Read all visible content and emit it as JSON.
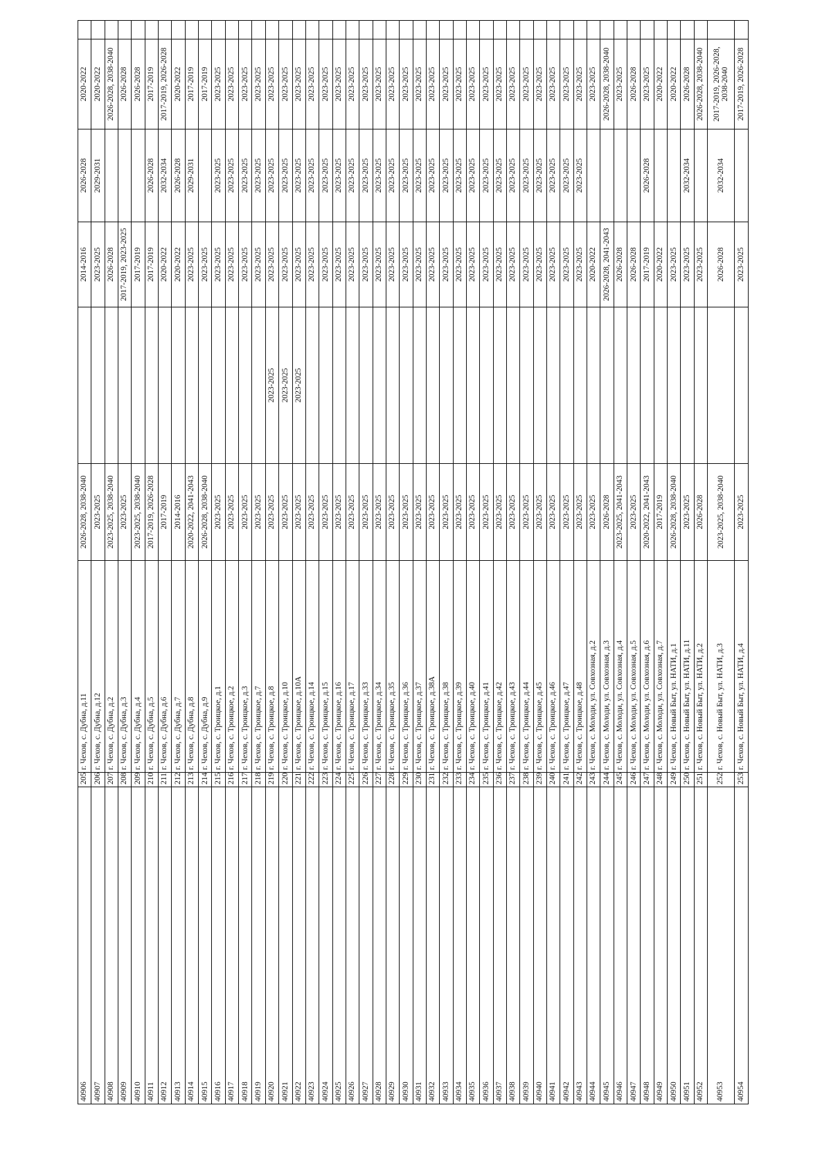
{
  "table": {
    "rows": [
      {
        "id": "40906",
        "num": "205",
        "addr": "г. Чехов, с. Дубна, д.11",
        "p1": "2026-2028, 2038-2040",
        "p2": "",
        "p3": "2014-2016",
        "p4": "2026-2028",
        "p5": "2020-2022"
      },
      {
        "id": "40907",
        "num": "206",
        "addr": "г. Чехов, с. Дубна, д.12",
        "p1": "2023-2025",
        "p2": "",
        "p3": "2023-2025",
        "p4": "2029-2031",
        "p5": "2020-2022"
      },
      {
        "id": "40908",
        "num": "207",
        "addr": "г. Чехов, с. Дубна, д.2",
        "p1": "2023-2025, 2038-2040",
        "p2": "",
        "p3": "2026-2028",
        "p4": "",
        "p5": "2026-2028, 2038-2040"
      },
      {
        "id": "40909",
        "num": "208",
        "addr": "г. Чехов, с. Дубна, д.3",
        "p1": "2023-2025",
        "p2": "",
        "p3": "2017-2019, 2023-2025",
        "p4": "",
        "p5": "2026-2028"
      },
      {
        "id": "40910",
        "num": "209",
        "addr": "г. Чехов, с. Дубна, д.4",
        "p1": "2023-2025, 2038-2040",
        "p2": "",
        "p3": "2017-2019",
        "p4": "",
        "p5": "2026-2028"
      },
      {
        "id": "40911",
        "num": "210",
        "addr": "г. Чехов, с. Дубна, д.5",
        "p1": "2017-2019, 2026-2028",
        "p2": "",
        "p3": "2017-2019",
        "p4": "2026-2028",
        "p5": "2017-2019"
      },
      {
        "id": "40912",
        "num": "211",
        "addr": "г. Чехов, с. Дубна, д.6",
        "p1": "2017-2019",
        "p2": "",
        "p3": "2020-2022",
        "p4": "2032-2034",
        "p5": "2017-2019, 2026-2028"
      },
      {
        "id": "40913",
        "num": "212",
        "addr": "г. Чехов, с. Дубна, д.7",
        "p1": "2014-2016",
        "p2": "",
        "p3": "2020-2022",
        "p4": "2026-2028",
        "p5": "2020-2022"
      },
      {
        "id": "40914",
        "num": "213",
        "addr": "г. Чехов, с. Дубна, д.8",
        "p1": "2020-2022, 2041-2043",
        "p2": "",
        "p3": "2023-2025",
        "p4": "2029-2031",
        "p5": "2017-2019"
      },
      {
        "id": "40915",
        "num": "214",
        "addr": "г. Чехов, с. Дубна, д.9",
        "p1": "2026-2028, 2038-2040",
        "p2": "",
        "p3": "2023-2025",
        "p4": "",
        "p5": "2017-2019"
      },
      {
        "id": "40916",
        "num": "215",
        "addr": "г. Чехов, с. Троицкое, д.1",
        "p1": "2023-2025",
        "p2": "",
        "p3": "2023-2025",
        "p4": "2023-2025",
        "p5": "2023-2025"
      },
      {
        "id": "40917",
        "num": "216",
        "addr": "г. Чехов, с. Троицкое, д.2",
        "p1": "2023-2025",
        "p2": "",
        "p3": "2023-2025",
        "p4": "2023-2025",
        "p5": "2023-2025"
      },
      {
        "id": "40918",
        "num": "217",
        "addr": "г. Чехов, с. Троицкое, д.3",
        "p1": "2023-2025",
        "p2": "",
        "p3": "2023-2025",
        "p4": "2023-2025",
        "p5": "2023-2025"
      },
      {
        "id": "40919",
        "num": "218",
        "addr": "г. Чехов, с. Троицкое, д.7",
        "p1": "2023-2025",
        "p2": "",
        "p3": "2023-2025",
        "p4": "2023-2025",
        "p5": "2023-2025"
      },
      {
        "id": "40920",
        "num": "219",
        "addr": "г. Чехов, с. Троицкое, д.8",
        "p1": "2023-2025",
        "p2": "2023-2025",
        "p3": "2023-2025",
        "p4": "2023-2025",
        "p5": "2023-2025"
      },
      {
        "id": "40921",
        "num": "220",
        "addr": "г. Чехов, с. Троицкое, д.10",
        "p1": "2023-2025",
        "p2": "2023-2025",
        "p3": "2023-2025",
        "p4": "2023-2025",
        "p5": "2023-2025"
      },
      {
        "id": "40922",
        "num": "221",
        "addr": "г. Чехов, с. Троицкое, д.10А",
        "p1": "2023-2025",
        "p2": "2023-2025",
        "p3": "2023-2025",
        "p4": "2023-2025",
        "p5": "2023-2025"
      },
      {
        "id": "40923",
        "num": "222",
        "addr": "г. Чехов, с. Троицкое, д.14",
        "p1": "2023-2025",
        "p2": "",
        "p3": "2023-2025",
        "p4": "2023-2025",
        "p5": "2023-2025"
      },
      {
        "id": "40924",
        "num": "223",
        "addr": "г. Чехов, с. Троицкое, д.15",
        "p1": "2023-2025",
        "p2": "",
        "p3": "2023-2025",
        "p4": "2023-2025",
        "p5": "2023-2025"
      },
      {
        "id": "40925",
        "num": "224",
        "addr": "г. Чехов, с. Троицкое, д.16",
        "p1": "2023-2025",
        "p2": "",
        "p3": "2023-2025",
        "p4": "2023-2025",
        "p5": "2023-2025"
      },
      {
        "id": "40926",
        "num": "225",
        "addr": "г. Чехов, с. Троицкое, д.17",
        "p1": "2023-2025",
        "p2": "",
        "p3": "2023-2025",
        "p4": "2023-2025",
        "p5": "2023-2025"
      },
      {
        "id": "40927",
        "num": "226",
        "addr": "г. Чехов, с. Троицкое, д.33",
        "p1": "2023-2025",
        "p2": "",
        "p3": "2023-2025",
        "p4": "2023-2025",
        "p5": "2023-2025"
      },
      {
        "id": "40928",
        "num": "227",
        "addr": "г. Чехов, с. Троицкое, д.34",
        "p1": "2023-2025",
        "p2": "",
        "p3": "2023-2025",
        "p4": "2023-2025",
        "p5": "2023-2025"
      },
      {
        "id": "40929",
        "num": "228",
        "addr": "г. Чехов, с. Троицкое, д.35",
        "p1": "2023-2025",
        "p2": "",
        "p3": "2023-2025",
        "p4": "2023-2025",
        "p5": "2023-2025"
      },
      {
        "id": "40930",
        "num": "229",
        "addr": "г. Чехов, с. Троицкое, д.36",
        "p1": "2023-2025",
        "p2": "",
        "p3": "2023-2025",
        "p4": "2023-2025",
        "p5": "2023-2025"
      },
      {
        "id": "40931",
        "num": "230",
        "addr": "г. Чехов, с. Троицкое, д.37",
        "p1": "2023-2025",
        "p2": "",
        "p3": "2023-2025",
        "p4": "2023-2025",
        "p5": "2023-2025"
      },
      {
        "id": "40932",
        "num": "231",
        "addr": "г. Чехов, с. Троицкое, д.38А",
        "p1": "2023-2025",
        "p2": "",
        "p3": "2023-2025",
        "p4": "2023-2025",
        "p5": "2023-2025"
      },
      {
        "id": "40933",
        "num": "232",
        "addr": "г. Чехов, с. Троицкое, д.38",
        "p1": "2023-2025",
        "p2": "",
        "p3": "2023-2025",
        "p4": "2023-2025",
        "p5": "2023-2025"
      },
      {
        "id": "40934",
        "num": "233",
        "addr": "г. Чехов, с. Троицкое, д.39",
        "p1": "2023-2025",
        "p2": "",
        "p3": "2023-2025",
        "p4": "2023-2025",
        "p5": "2023-2025"
      },
      {
        "id": "40935",
        "num": "234",
        "addr": "г. Чехов, с. Троицкое, д.40",
        "p1": "2023-2025",
        "p2": "",
        "p3": "2023-2025",
        "p4": "2023-2025",
        "p5": "2023-2025"
      },
      {
        "id": "40936",
        "num": "235",
        "addr": "г. Чехов, с. Троицкое, д.41",
        "p1": "2023-2025",
        "p2": "",
        "p3": "2023-2025",
        "p4": "2023-2025",
        "p5": "2023-2025"
      },
      {
        "id": "40937",
        "num": "236",
        "addr": "г. Чехов, с. Троицкое, д.42",
        "p1": "2023-2025",
        "p2": "",
        "p3": "2023-2025",
        "p4": "2023-2025",
        "p5": "2023-2025"
      },
      {
        "id": "40938",
        "num": "237",
        "addr": "г. Чехов, с. Троицкое, д.43",
        "p1": "2023-2025",
        "p2": "",
        "p3": "2023-2025",
        "p4": "2023-2025",
        "p5": "2023-2025"
      },
      {
        "id": "40939",
        "num": "238",
        "addr": "г. Чехов, с. Троицкое, д.44",
        "p1": "2023-2025",
        "p2": "",
        "p3": "2023-2025",
        "p4": "2023-2025",
        "p5": "2023-2025"
      },
      {
        "id": "40940",
        "num": "239",
        "addr": "г. Чехов, с. Троицкое, д.45",
        "p1": "2023-2025",
        "p2": "",
        "p3": "2023-2025",
        "p4": "2023-2025",
        "p5": "2023-2025"
      },
      {
        "id": "40941",
        "num": "240",
        "addr": "г. Чехов, с. Троицкое, д.46",
        "p1": "2023-2025",
        "p2": "",
        "p3": "2023-2025",
        "p4": "2023-2025",
        "p5": "2023-2025"
      },
      {
        "id": "40942",
        "num": "241",
        "addr": "г. Чехов, с. Троицкое, д.47",
        "p1": "2023-2025",
        "p2": "",
        "p3": "2023-2025",
        "p4": "2023-2025",
        "p5": "2023-2025"
      },
      {
        "id": "40943",
        "num": "242",
        "addr": "г. Чехов, с. Троицкое, д.48",
        "p1": "2023-2025",
        "p2": "",
        "p3": "2023-2025",
        "p4": "2023-2025",
        "p5": "2023-2025"
      },
      {
        "id": "40944",
        "num": "243",
        "addr": "г. Чехов, с. Молоди, ул. Совхозная, д.2",
        "p1": "2023-2025",
        "p2": "",
        "p3": "2020-2022",
        "p4": "",
        "p5": "2023-2025"
      },
      {
        "id": "40945",
        "num": "244",
        "addr": "г. Чехов, с. Молоди, ул. Совхозная, д.3",
        "p1": "2026-2028",
        "p2": "",
        "p3": "2026-2028, 2041-2043",
        "p4": "",
        "p5": "2026-2028, 2038-2040"
      },
      {
        "id": "40946",
        "num": "245",
        "addr": "г. Чехов, с. Молоди, ул. Совхозная, д.4",
        "p1": "2023-2025, 2041-2043",
        "p2": "",
        "p3": "2026-2028",
        "p4": "",
        "p5": "2023-2025"
      },
      {
        "id": "40947",
        "num": "246",
        "addr": "г. Чехов, с. Молоди, ул. Совхозная, д.5",
        "p1": "2023-2025",
        "p2": "",
        "p3": "2026-2028",
        "p4": "",
        "p5": "2026-2028"
      },
      {
        "id": "40948",
        "num": "247",
        "addr": "г. Чехов, с. Молоди, ул. Совхозная, д.6",
        "p1": "2020-2022, 2041-2043",
        "p2": "",
        "p3": "2017-2019",
        "p4": "2026-2028",
        "p5": "2023-2025"
      },
      {
        "id": "40949",
        "num": "248",
        "addr": "г. Чехов, с. Молоди, ул. Совхозная, д.7",
        "p1": "2017-2019",
        "p2": "",
        "p3": "2020-2022",
        "p4": "",
        "p5": "2020-2022"
      },
      {
        "id": "40950",
        "num": "249",
        "addr": "г. Чехов, с. Новый Быт, ул. НАТИ, д.1",
        "p1": "2026-2028, 2038-2040",
        "p2": "",
        "p3": "2023-2025",
        "p4": "",
        "p5": "2020-2022"
      },
      {
        "id": "40951",
        "num": "250",
        "addr": "г. Чехов, с. Новый Быт, ул. НАТИ, д.11",
        "p1": "2023-2025",
        "p2": "",
        "p3": "2023-2025",
        "p4": "2032-2034",
        "p5": "2026-2028"
      },
      {
        "id": "40952",
        "num": "251",
        "addr": "г. Чехов, с. Новый Быт, ул. НАТИ, д.2",
        "p1": "2026-2028",
        "p2": "",
        "p3": "2023-2025",
        "p4": "",
        "p5": "2026-2028, 2038-2040"
      },
      {
        "id": "40953",
        "num": "252",
        "addr": "г. Чехов, с. Новый Быт, ул. НАТИ, д.3",
        "p1": "2023-2025, 2038-2040",
        "p2": "",
        "p3": "2026-2028",
        "p4": "2032-2034",
        "p5": "2017-2019, 2026-2028, 2038-2040"
      },
      {
        "id": "40954",
        "num": "253",
        "addr": "г. Чехов, с. Новый Быт, ул. НАТИ, д.4",
        "p1": "2023-2025",
        "p2": "",
        "p3": "2023-2025",
        "p4": "",
        "p5": "2017-2019, 2026-2028"
      }
    ]
  }
}
